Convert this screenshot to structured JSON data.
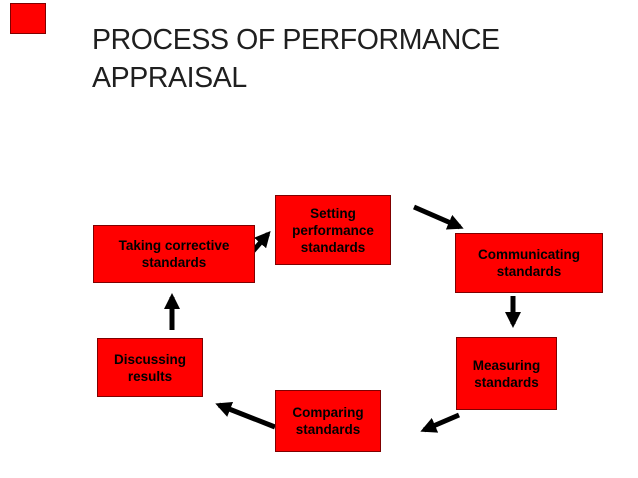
{
  "title": "PROCESS OF PERFORMANCE\nAPPRAISAL",
  "colors": {
    "box_fill": "#ff0000",
    "box_border": "#7f0000",
    "box_text": "#000000",
    "title_text": "#1f1f1f",
    "arrow": "#000000"
  },
  "decor": {
    "corner_rectangle_color": "#ff0000"
  },
  "diagram": {
    "type": "cycle-flow",
    "nodes": [
      {
        "id": "setting",
        "label": "Setting\nperformance\nstandards"
      },
      {
        "id": "communicating",
        "label": "Communicating\nstandards"
      },
      {
        "id": "measuring",
        "label": "Measuring\nstandards"
      },
      {
        "id": "comparing",
        "label": "Comparing\nstandards"
      },
      {
        "id": "discussing",
        "label": "Discussing\nresults"
      },
      {
        "id": "corrective",
        "label": "Taking corrective\nstandards"
      }
    ],
    "edges": [
      {
        "from": "setting",
        "to": "communicating"
      },
      {
        "from": "communicating",
        "to": "measuring"
      },
      {
        "from": "measuring",
        "to": "comparing"
      },
      {
        "from": "comparing",
        "to": "discussing"
      },
      {
        "from": "discussing",
        "to": "corrective"
      },
      {
        "from": "corrective",
        "to": "setting"
      }
    ]
  }
}
